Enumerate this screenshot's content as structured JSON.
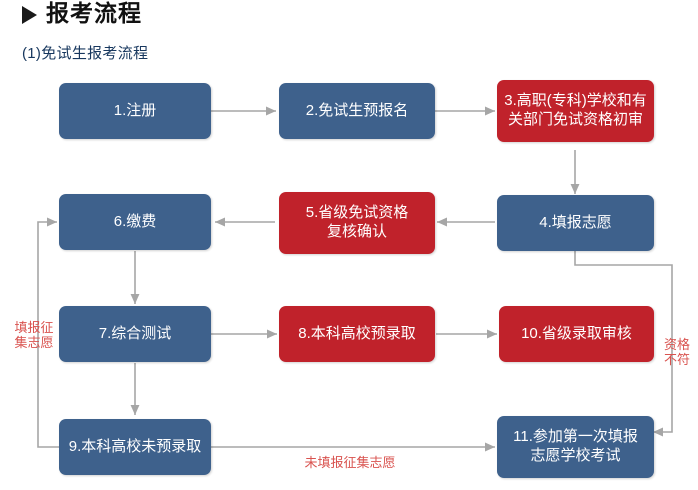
{
  "header": {
    "marker_icon": "triangle-right-icon",
    "title": "报考流程",
    "subtitle": "(1)免试生报考流程"
  },
  "colors": {
    "blue_node": "#3e618c",
    "red_node": "#c0222b",
    "connector": "#a6a6a6",
    "label_red": "#d9534f",
    "subtitle_blue": "#17375e"
  },
  "flow": {
    "nodes": [
      {
        "id": "n1",
        "label": "1.注册",
        "color": "blue"
      },
      {
        "id": "n2",
        "label": "2.免试生预报名",
        "color": "blue"
      },
      {
        "id": "n3",
        "label": "3.高职(专科)学校和有\n关部门免试资格初审",
        "color": "red"
      },
      {
        "id": "n4",
        "label": "4.填报志愿",
        "color": "blue"
      },
      {
        "id": "n5",
        "label": "5.省级免试资格\n复核确认",
        "color": "red"
      },
      {
        "id": "n6",
        "label": "6.缴费",
        "color": "blue"
      },
      {
        "id": "n7",
        "label": "7.综合测试",
        "color": "blue"
      },
      {
        "id": "n8",
        "label": "8.本科高校预录取",
        "color": "red"
      },
      {
        "id": "n10",
        "label": "10.省级录取审核",
        "color": "red"
      },
      {
        "id": "n9",
        "label": "9.本科高校未预录取",
        "color": "blue"
      },
      {
        "id": "n11",
        "label": "11.参加第一次填报\n志愿学校考试",
        "color": "blue"
      }
    ],
    "edge_labels": [
      {
        "id": "e-left",
        "text": "填报征\n集志愿"
      },
      {
        "id": "e-right",
        "text": "资格\n不符"
      },
      {
        "id": "e-bottom",
        "text": "未填报征集志愿"
      }
    ]
  }
}
